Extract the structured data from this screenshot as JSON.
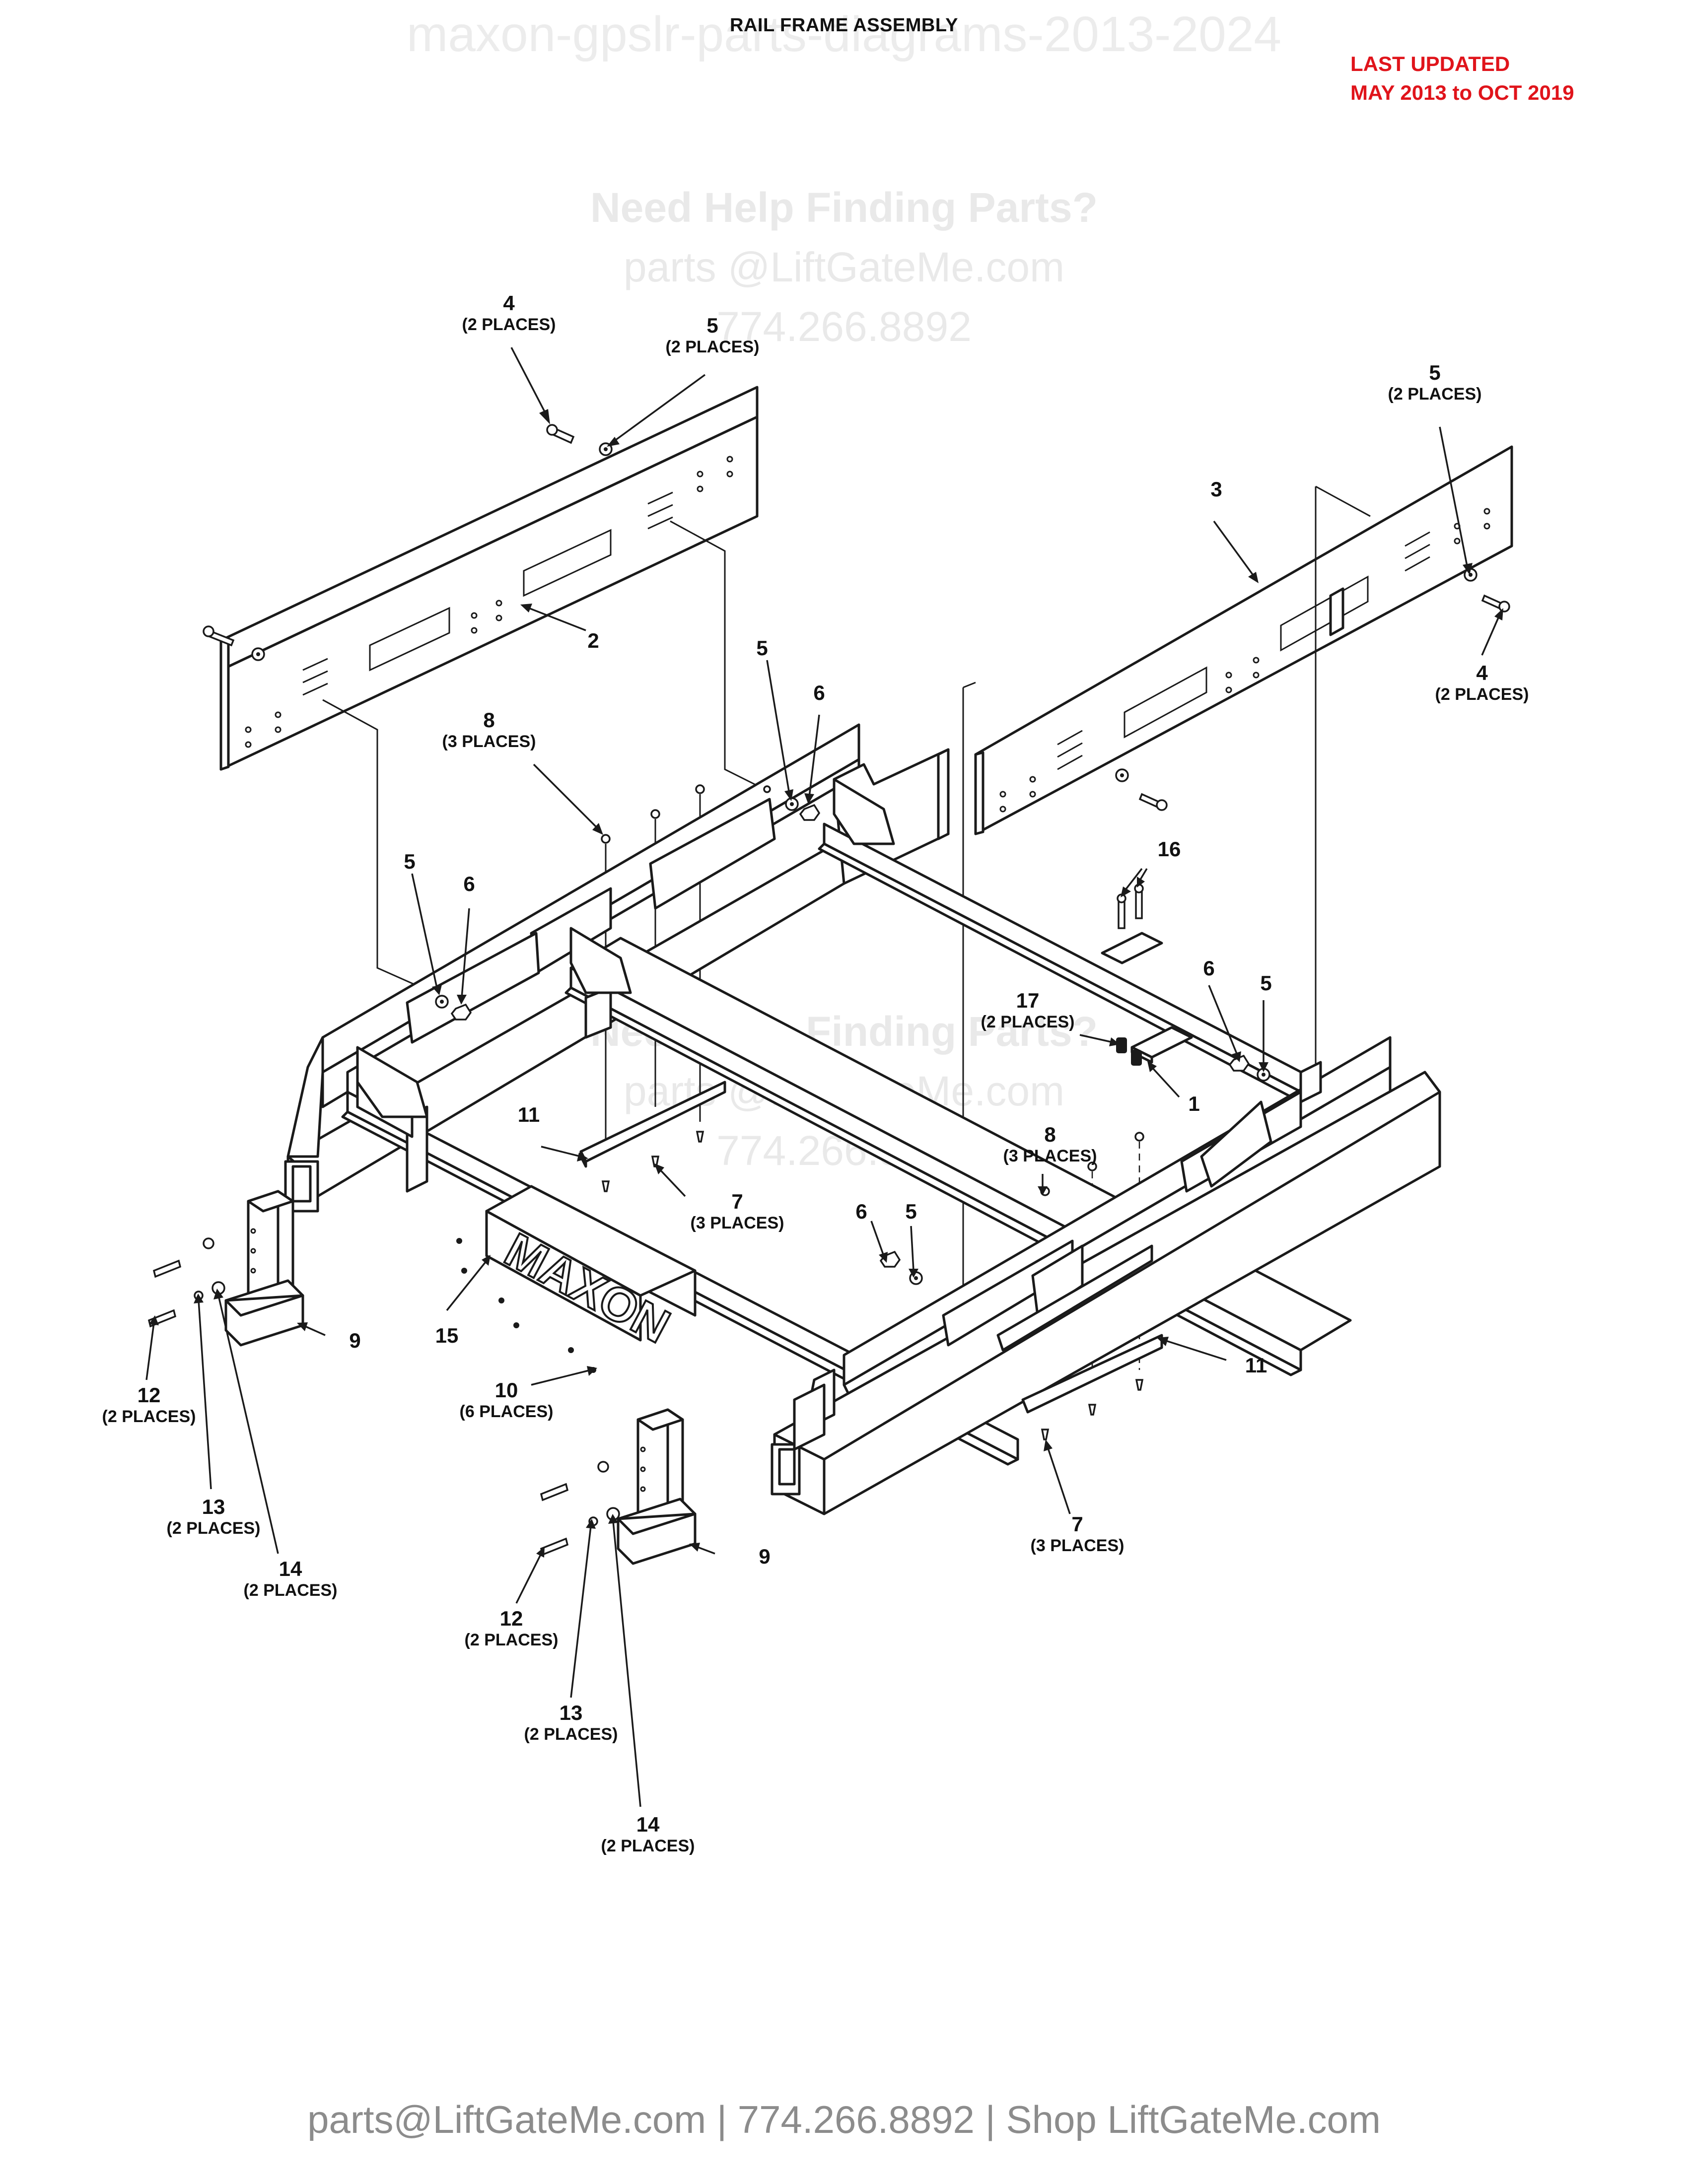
{
  "watermark": {
    "top": "maxon-gpslr-parts-diagrams-2013-2024",
    "help_title": "Need Help Finding Parts?",
    "help_email": "parts @LiftGateMe.com",
    "help_phone": "774.266.8892"
  },
  "header": {
    "title": "RAIL FRAME ASSEMBLY",
    "updated_line1": "LAST UPDATED",
    "updated_line2": "MAY 2013 to OCT 2019"
  },
  "callouts": [
    {
      "num": "1",
      "qty": ""
    },
    {
      "num": "2",
      "qty": ""
    },
    {
      "num": "3",
      "qty": ""
    },
    {
      "num": "4",
      "qty": "(2 PLACES)"
    },
    {
      "num": "4",
      "qty": "(2 PLACES)"
    },
    {
      "num": "5",
      "qty": "(2 PLACES)"
    },
    {
      "num": "5",
      "qty": "(2 PLACES)"
    },
    {
      "num": "5",
      "qty": ""
    },
    {
      "num": "5",
      "qty": ""
    },
    {
      "num": "5",
      "qty": ""
    },
    {
      "num": "5",
      "qty": ""
    },
    {
      "num": "6",
      "qty": ""
    },
    {
      "num": "6",
      "qty": ""
    },
    {
      "num": "6",
      "qty": ""
    },
    {
      "num": "6",
      "qty": ""
    },
    {
      "num": "7",
      "qty": "(3 PLACES)"
    },
    {
      "num": "7",
      "qty": "(3 PLACES)"
    },
    {
      "num": "8",
      "qty": "(3 PLACES)"
    },
    {
      "num": "8",
      "qty": "(3 PLACES)"
    },
    {
      "num": "9",
      "qty": ""
    },
    {
      "num": "9",
      "qty": ""
    },
    {
      "num": "10",
      "qty": "(6 PLACES)"
    },
    {
      "num": "11",
      "qty": ""
    },
    {
      "num": "11",
      "qty": ""
    },
    {
      "num": "12",
      "qty": "(2 PLACES)"
    },
    {
      "num": "12",
      "qty": "(2 PLACES)"
    },
    {
      "num": "13",
      "qty": "(2 PLACES)"
    },
    {
      "num": "13",
      "qty": "(2 PLACES)"
    },
    {
      "num": "14",
      "qty": "(2 PLACES)"
    },
    {
      "num": "14",
      "qty": "(2 PLACES)"
    },
    {
      "num": "15",
      "qty": ""
    },
    {
      "num": "16",
      "qty": ""
    },
    {
      "num": "17",
      "qty": "(2 PLACES)"
    }
  ],
  "logo_text": "MAXON",
  "footer": "parts@LiftGateMe.com | 774.266.8892 | Shop LiftGateMe.com"
}
